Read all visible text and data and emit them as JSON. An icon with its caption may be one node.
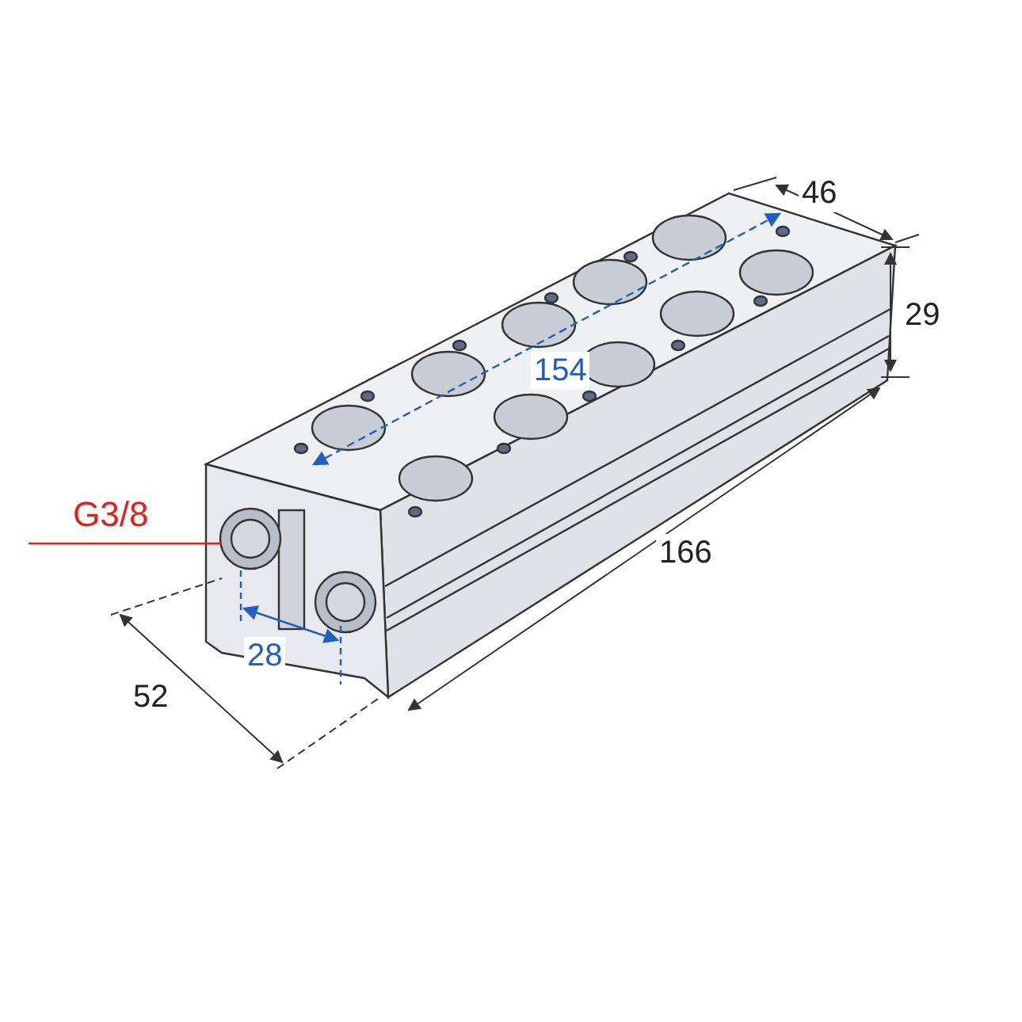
{
  "diagram": {
    "nodes": [
      {
        "text": [
          "G3/8"
        ]
      },
      {
        "text": [],
        "shape": "picture"
      }
    ],
    "edges": [
      {
        "from": 0,
        "to": 1,
        "arrow": "none",
        "color": "#e0201b"
      }
    ],
    "labels": [
      "46",
      "29",
      "154",
      "166",
      "28",
      "52"
    ]
  }
}
